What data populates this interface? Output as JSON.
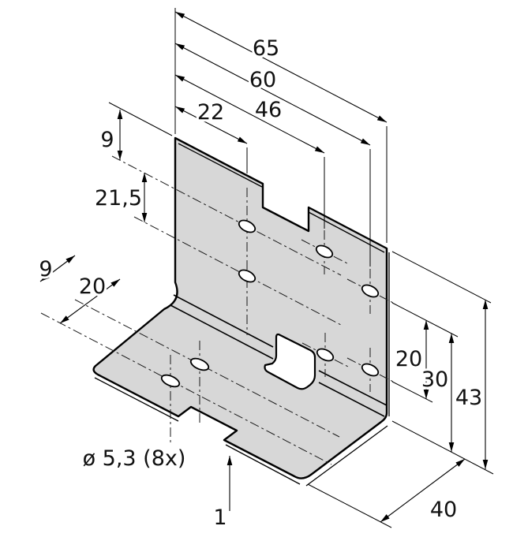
{
  "drawing": {
    "kind": "mounting-bracket dimensional drawing",
    "labels": {
      "width_overall": "65",
      "width_60": "60",
      "width_46": "46",
      "width_22": "22",
      "plate_hole_top_offset": "9",
      "plate_hole_row_spacing": "21,5",
      "base_hole_offset_9": "9",
      "base_hole_offset_20": "20",
      "right_hole_spacing": "20",
      "right_hole_offset": "30",
      "height_overall": "43",
      "depth_overall": "40",
      "sheet_thickness": "1",
      "hole_note": "ø 5,3 (8x)"
    },
    "colors": {
      "part_fill": "#d7d7d7",
      "line": "#000000",
      "background": "#ffffff"
    }
  }
}
